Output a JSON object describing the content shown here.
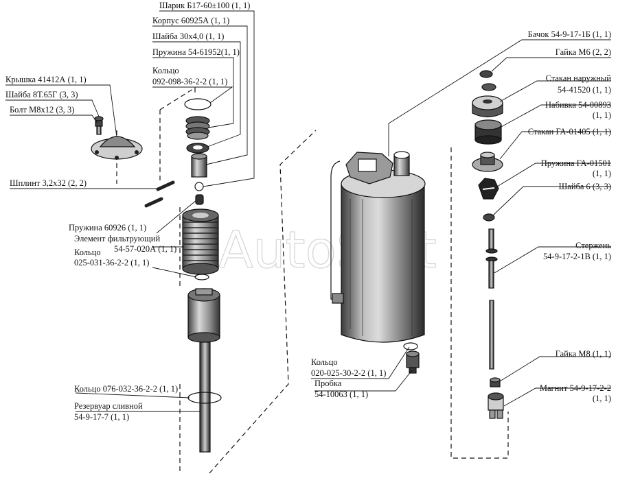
{
  "watermark": "AutoSoft",
  "labels": {
    "sharik": "Шарик Б17-60±100 (1, 1)",
    "korpus": "Корпус 60925А (1, 1)",
    "shaiba30": "Шайба 30х4,0 (1, 1)",
    "pruzhina54": "Пружина 54-61952(1, 1)",
    "kolco092_1": "Кольцо",
    "kolco092_2": "092-098-36-2-2 (1, 1)",
    "kryshka": "Крышка 41412А (1, 1)",
    "shaiba8t": "Шайба 8Т.65Г (3, 3)",
    "bolt": "Болт М8х12 (3, 3)",
    "shplint": "Шплинт 3,2х32 (2, 2)",
    "pruzhina60926": "Пружина 60926 (1, 1)",
    "element_1": "Элемент фильтрующий",
    "element_2": "54-57-020А (1, 1)",
    "kolco025_1": "Кольцо",
    "kolco025_2": "025-031-36-2-2 (1, 1)",
    "kolco076": "Кольцо 076-032-36-2-2 (1, 1)",
    "rezervuar_1": "Резервуар сливной",
    "rezervuar_2": "54-9-17-7 (1, 1)",
    "kolco020_1": "Кольцо",
    "kolco020_2": "020-025-30-2-2 (1, 1)",
    "probka_1": "Пробка",
    "probka_2": "54-10063 (1, 1)",
    "bachok": "Бачок 54-9-17-1Б (1, 1)",
    "gaika_m6": "Гайка М6 (2, 2)",
    "stakan_nar_1": "Стакан наружный",
    "stakan_nar_2": "54-41520 (1, 1)",
    "nabivka_1": "Набивка 54-00893",
    "nabivka_2": "(1, 1)",
    "stakan_ga": "Стакан ГА-01405 (1, 1)",
    "pruzhina_ga_1": "Пружина ГА-01501",
    "pruzhina_ga_2": "(1, 1)",
    "shaiba6": "Шайба 6 (3, 3)",
    "sterzhen_1": "Стержень",
    "sterzhen_2": "54-9-17-2-1В (1, 1)",
    "gaika_m8": "Гайка М8 (1, 1)",
    "magnit_1": "Магнит 54-9-17-2-2",
    "magnit_2": "(1, 1)"
  }
}
